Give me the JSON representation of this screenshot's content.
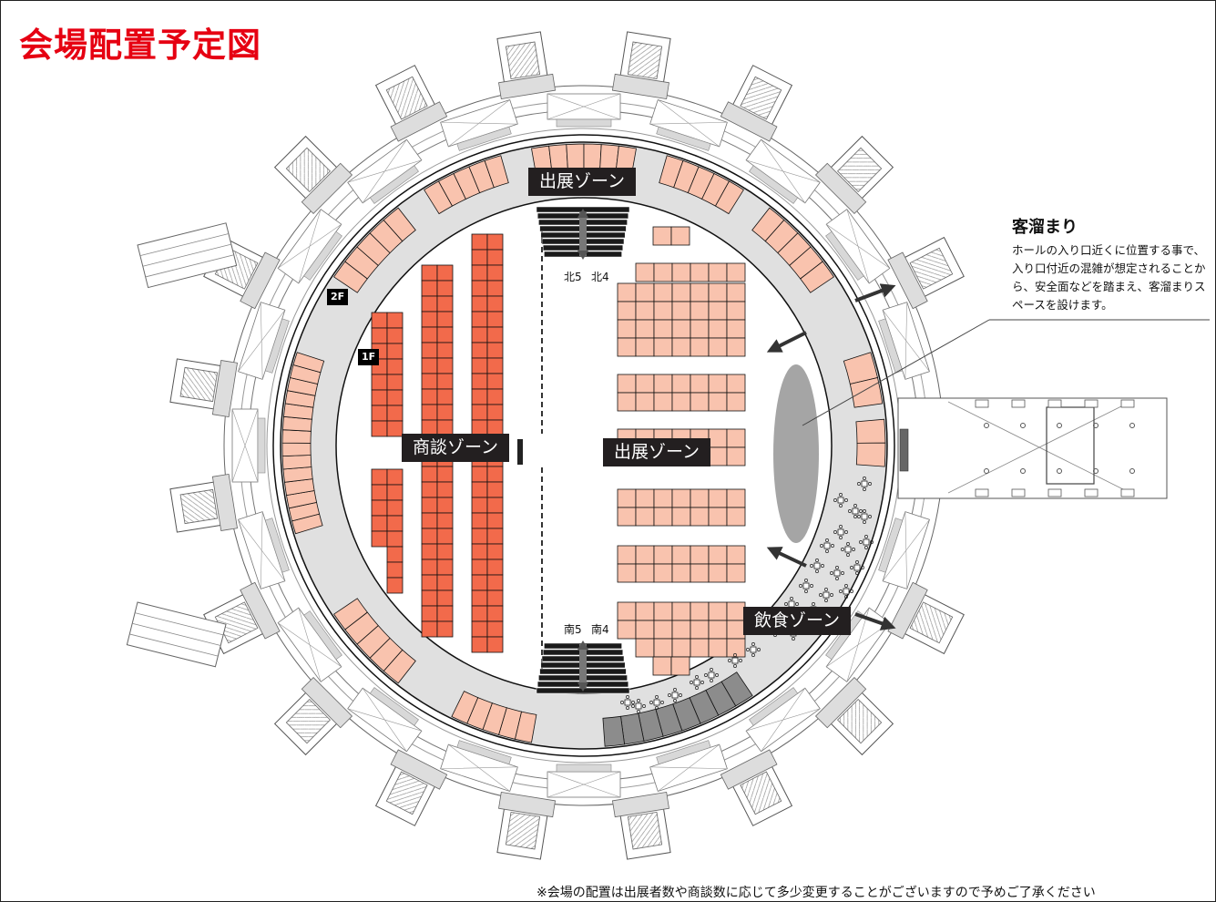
{
  "title": "会場配置予定図",
  "colors": {
    "title": "#e60012",
    "meeting_booth": "#f26a4b",
    "exhibit_booth": "#f9c3ae",
    "food_booth": "#8c8c8c",
    "concourse": "#e0e0e0",
    "waiting_area": "#a5a5a5",
    "zone_label_bg": "#231f20"
  },
  "zones": {
    "exhibit_top": "出展ゾーン",
    "exhibit_center": "出展ゾーン",
    "meeting": "商談ゾーン",
    "food": "飲食ゾーン"
  },
  "floors": {
    "second": "2F",
    "first": "1F"
  },
  "gates": {
    "north": [
      "北5",
      "北4"
    ],
    "south": [
      "南5",
      "南4"
    ]
  },
  "callout": {
    "title": "客溜まり",
    "body": "ホールの入り口近くに位置する事で、入り口付近の混雑が想定されることから、安全面などを踏まえ、客溜まりスペースを設けます。"
  },
  "footnote": "※会場の配置は出展者数や商談数に応じて多少変更することがございますので予めご了承ください"
}
